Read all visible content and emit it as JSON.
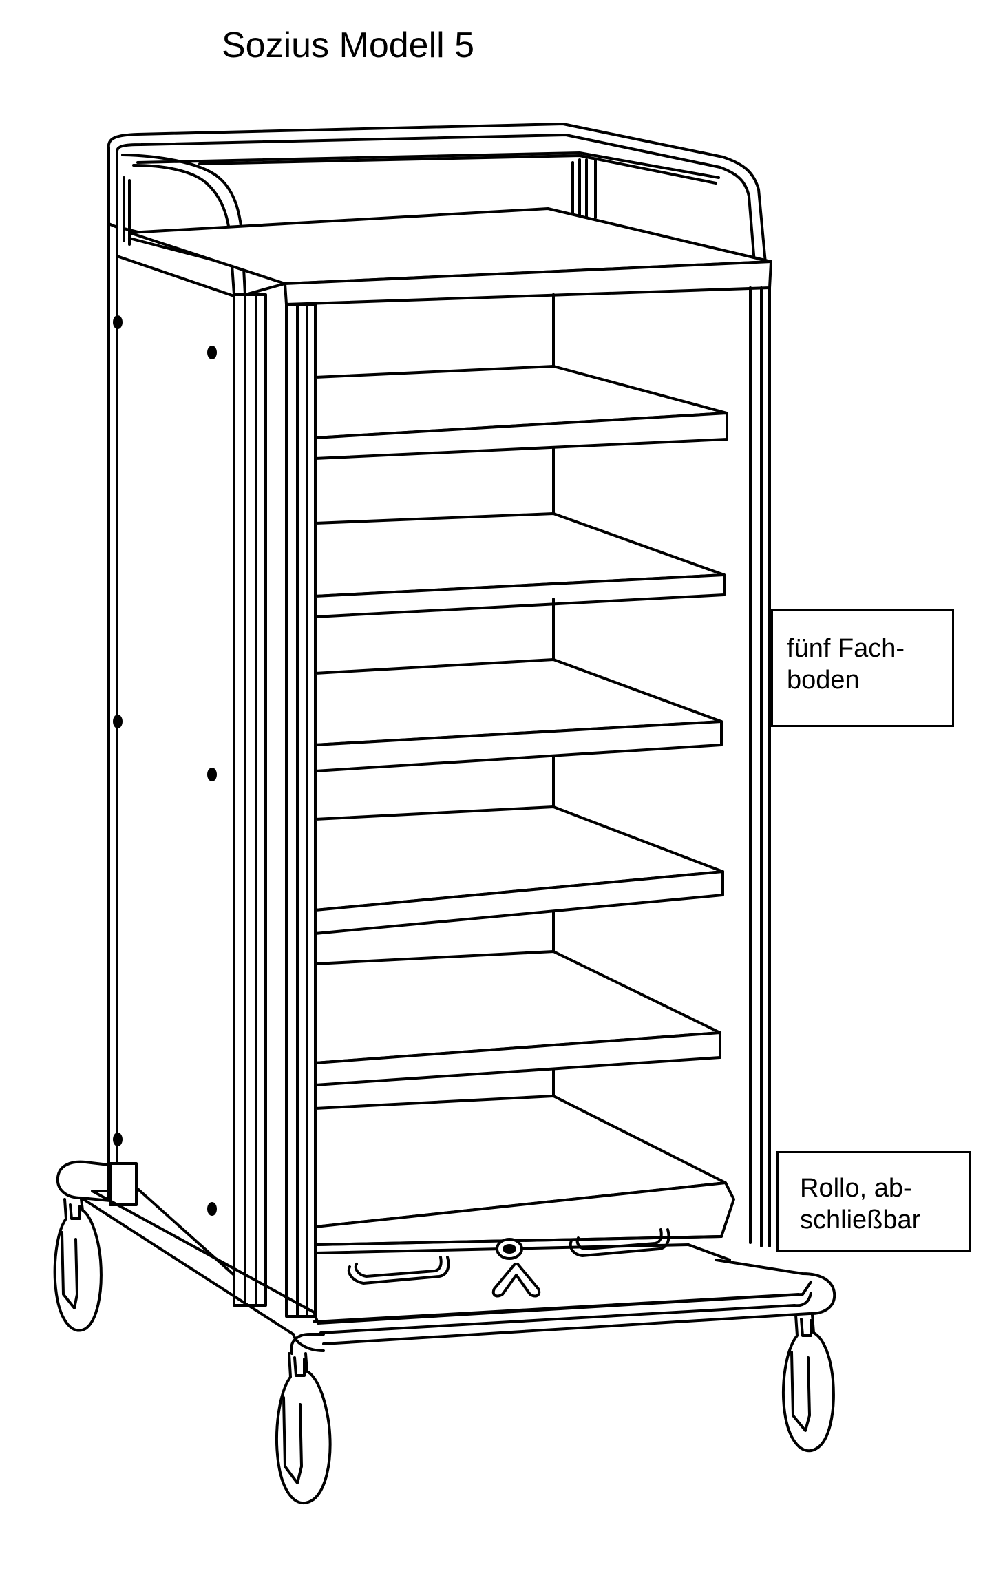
{
  "title": "Sozius Modell 5",
  "callouts": {
    "shelves": {
      "line1": "fünf Fach-",
      "line2": "boden"
    },
    "shutter": {
      "line1": "Rollo, ab-",
      "line2": "schließbar"
    }
  },
  "colors": {
    "stroke": "#000000",
    "fill": "#ffffff"
  }
}
